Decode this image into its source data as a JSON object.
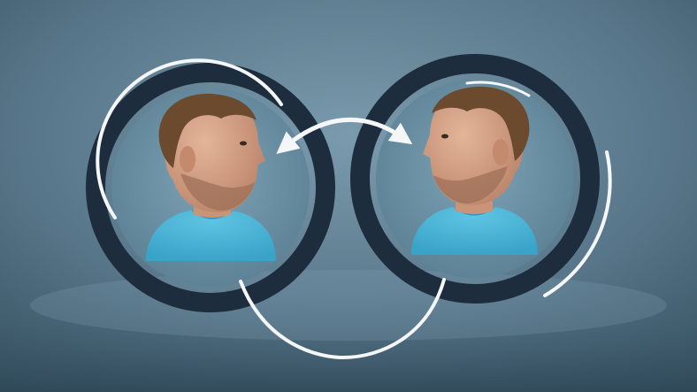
{
  "colors": {
    "background_top": "#5f8093",
    "background_bottom": "#3d596b",
    "ring": "#1e2d3d",
    "circle_glass": "#6f93a7",
    "arrows_and_arcs": "#f4f6f8",
    "shirt": "#4fb6d8",
    "skin": "#d9a98e",
    "hair": "#6b4a2e"
  },
  "figures": [
    {
      "name": "left-person",
      "facing": "right",
      "shirt_color": "#4fb6d8"
    },
    {
      "name": "right-person",
      "facing": "left",
      "shirt_color": "#4fb6d8"
    }
  ],
  "icons": {
    "swap_arrow": "double-headed-curved-arrow",
    "loop_arc": "connecting-arc"
  }
}
